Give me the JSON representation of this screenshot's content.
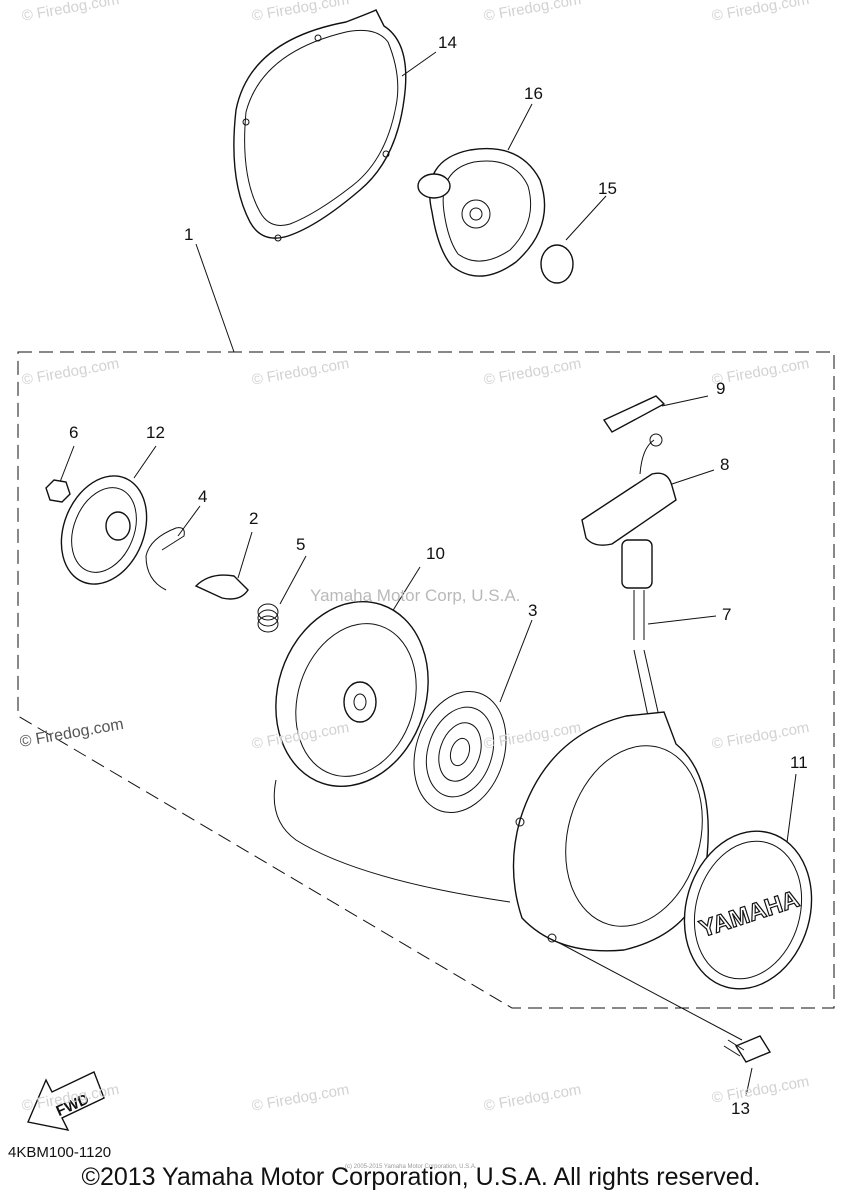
{
  "callouts": [
    {
      "id": "1",
      "label": "1"
    },
    {
      "id": "2",
      "label": "2"
    },
    {
      "id": "3",
      "label": "3"
    },
    {
      "id": "4",
      "label": "4"
    },
    {
      "id": "5",
      "label": "5"
    },
    {
      "id": "6",
      "label": "6"
    },
    {
      "id": "7",
      "label": "7"
    },
    {
      "id": "8",
      "label": "8"
    },
    {
      "id": "9",
      "label": "9"
    },
    {
      "id": "10",
      "label": "10"
    },
    {
      "id": "11",
      "label": "11"
    },
    {
      "id": "12",
      "label": "12"
    },
    {
      "id": "13",
      "label": "13"
    },
    {
      "id": "14",
      "label": "14"
    },
    {
      "id": "15",
      "label": "15"
    },
    {
      "id": "16",
      "label": "16"
    }
  ],
  "watermark": "© Firedog.com",
  "watermark_center": "Yamaha Motor Corp, U.S.A.",
  "cover_brand": "YAMAHA",
  "fwd_label": "FWD",
  "part_code": "4KBM100-1120",
  "copyright": "©2013 Yamaha Motor Corporation, U.S.A. All rights reserved.",
  "tiny_credit": "(c) 2005-2015 Yamaha Motor Corporation, U.S.A."
}
